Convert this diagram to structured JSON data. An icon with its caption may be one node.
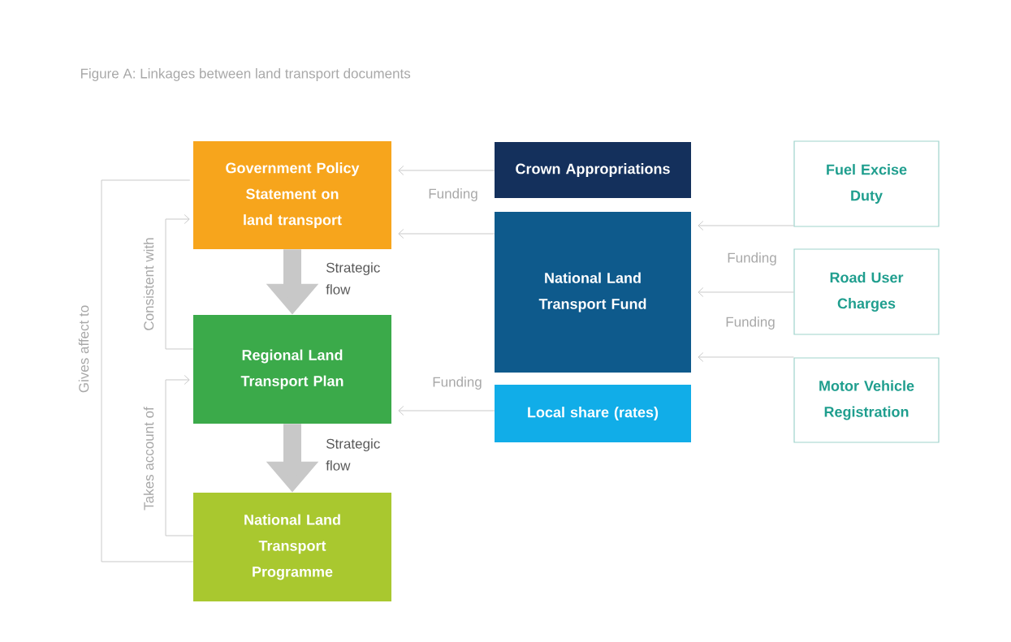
{
  "diagram": {
    "title": "Figure A: Linkages between land transport documents",
    "nodes": [
      {
        "text": [
          "Government Policy Statement on land transport"
        ]
      },
      {
        "text": [
          "Regional Land Transport Plan"
        ]
      },
      {
        "text": [
          "National Land Transport Programme"
        ]
      },
      {
        "text": [
          "Crown Appropriations"
        ]
      },
      {
        "text": [
          "National Land Transport Fund"
        ]
      },
      {
        "text": [
          "Local share (rates)"
        ]
      },
      {
        "text": [
          "Fuel Excise Duty"
        ]
      },
      {
        "text": [
          "Road User Charges"
        ]
      },
      {
        "text": [
          "Motor Vehicle Registration"
        ]
      }
    ],
    "edges": [
      {
        "from": 3,
        "to": 0,
        "arrow": "to",
        "label": "Funding"
      },
      {
        "from": 4,
        "to": 0,
        "arrow": "to"
      },
      {
        "from": 5,
        "to": 1,
        "arrow": "to",
        "label": "Funding"
      },
      {
        "from": 6,
        "to": 4,
        "arrow": "to"
      },
      {
        "from": 7,
        "to": 4,
        "arrow": "to",
        "label": "Funding"
      },
      {
        "from": 8,
        "to": 4,
        "arrow": "to",
        "label": "Funding"
      },
      {
        "from": 0,
        "to": 1,
        "arrow": "to",
        "label": "Strategic flow",
        "style": "thick",
        "color": "#c8c8c8"
      },
      {
        "from": 1,
        "to": 2,
        "arrow": "to",
        "label": "Strategic flow",
        "style": "thick",
        "color": "#c8c8c8"
      },
      {
        "from": 1,
        "to": 0,
        "arrow": "to",
        "label": "Consistent with"
      },
      {
        "from": 2,
        "to": 1,
        "arrow": "to",
        "label": "Takes account of"
      },
      {
        "from": 2,
        "to": 0,
        "arrow": "none",
        "label": "Gives affect to"
      }
    ]
  }
}
